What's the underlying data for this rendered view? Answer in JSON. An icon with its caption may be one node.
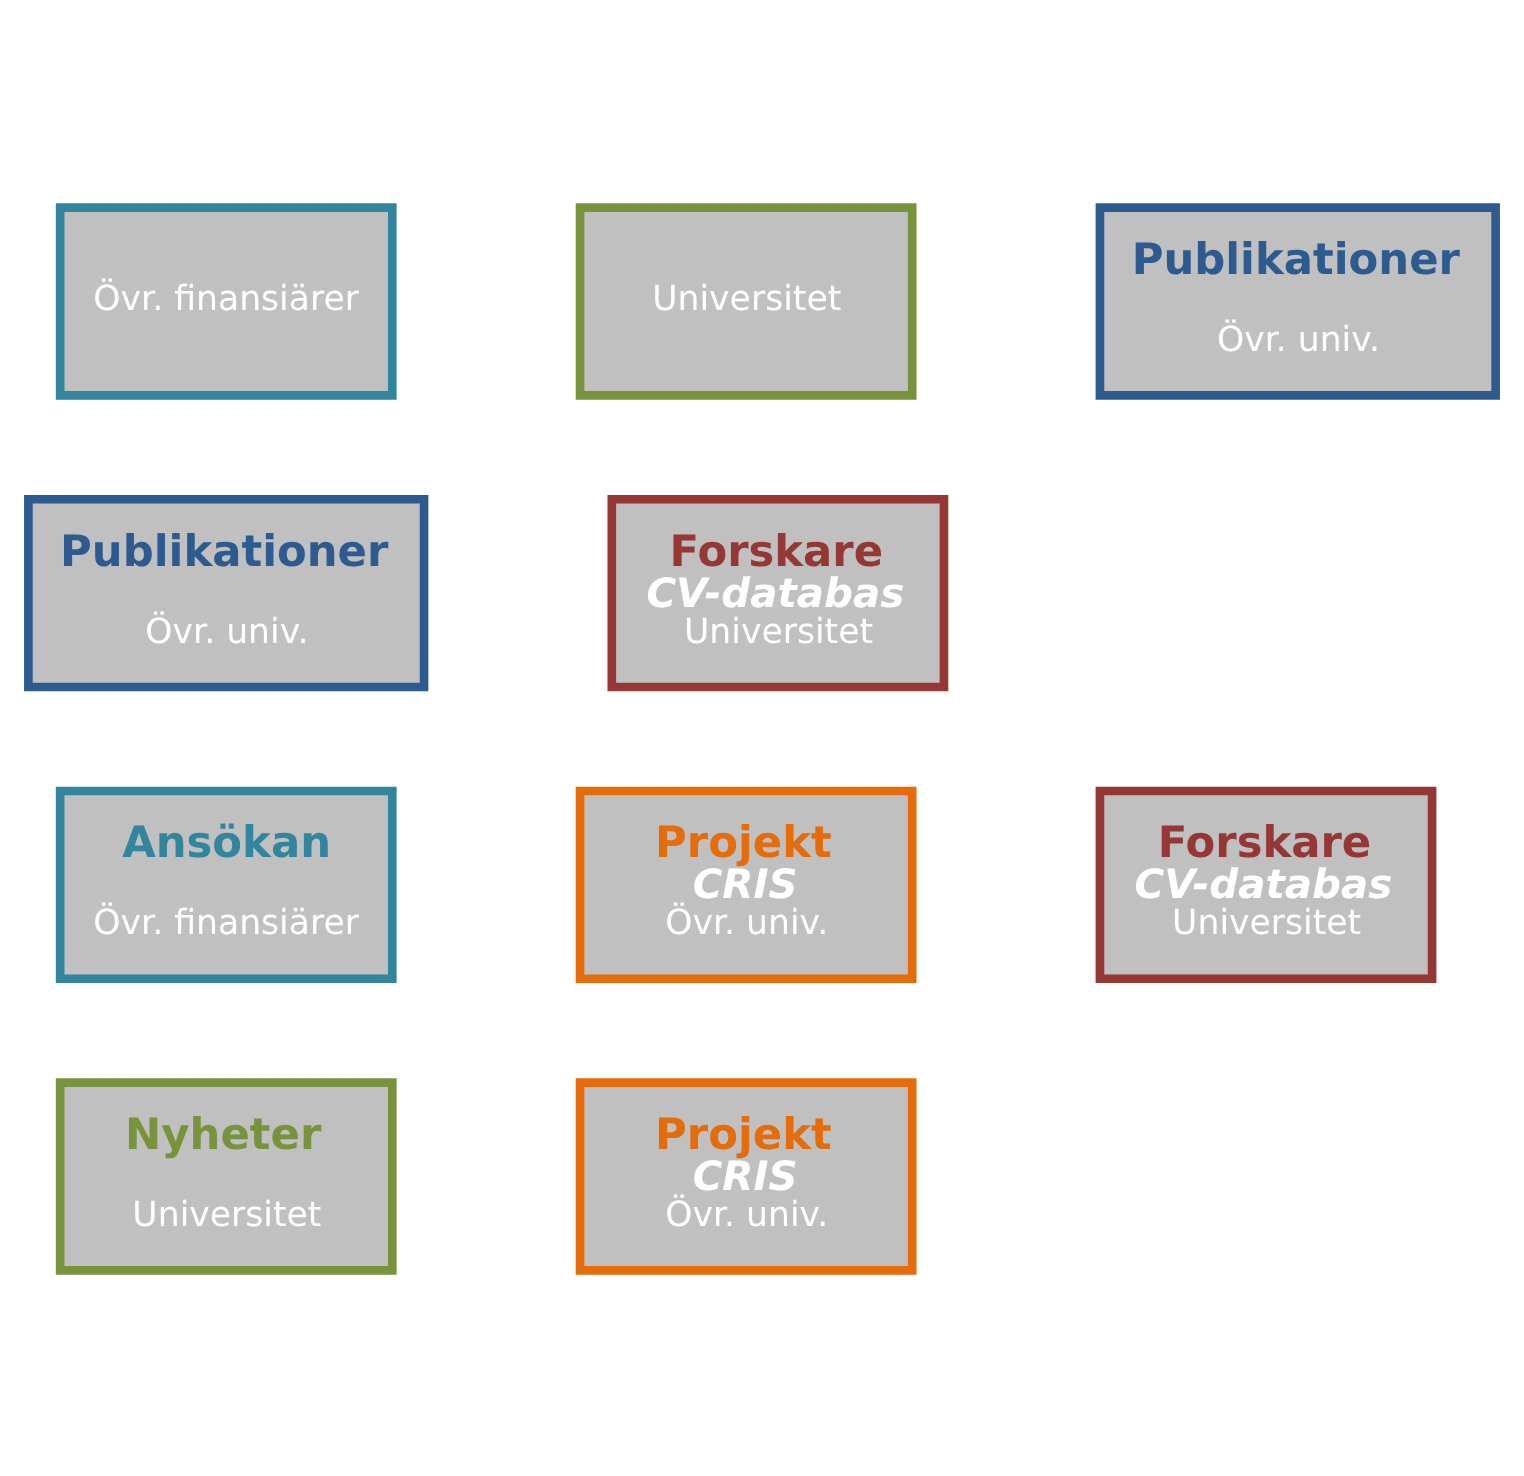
{
  "diagram": {
    "nodes": [
      {
        "text": [
          "Övr. finansiärer"
        ]
      },
      {
        "text": [
          "Universitet"
        ]
      },
      {
        "text": [
          "Publikationer",
          "Övr. univ."
        ]
      },
      {
        "text": [
          "Publikationer",
          "Övr. univ."
        ]
      },
      {
        "text": [
          "Forskare",
          "CV-databas",
          "Universitet"
        ]
      },
      {
        "text": [
          "Ansökan",
          "Övr. finansiärer"
        ]
      },
      {
        "text": [
          "Projekt",
          "CRIS",
          "Övr. univ."
        ]
      },
      {
        "text": [
          "Forskare",
          "CV-databas",
          "Universitet"
        ]
      },
      {
        "text": [
          "Nyheter",
          "Universitet"
        ]
      },
      {
        "text": [
          "Projekt",
          "CRIS",
          "Övr. univ."
        ]
      }
    ],
    "edges": []
  }
}
